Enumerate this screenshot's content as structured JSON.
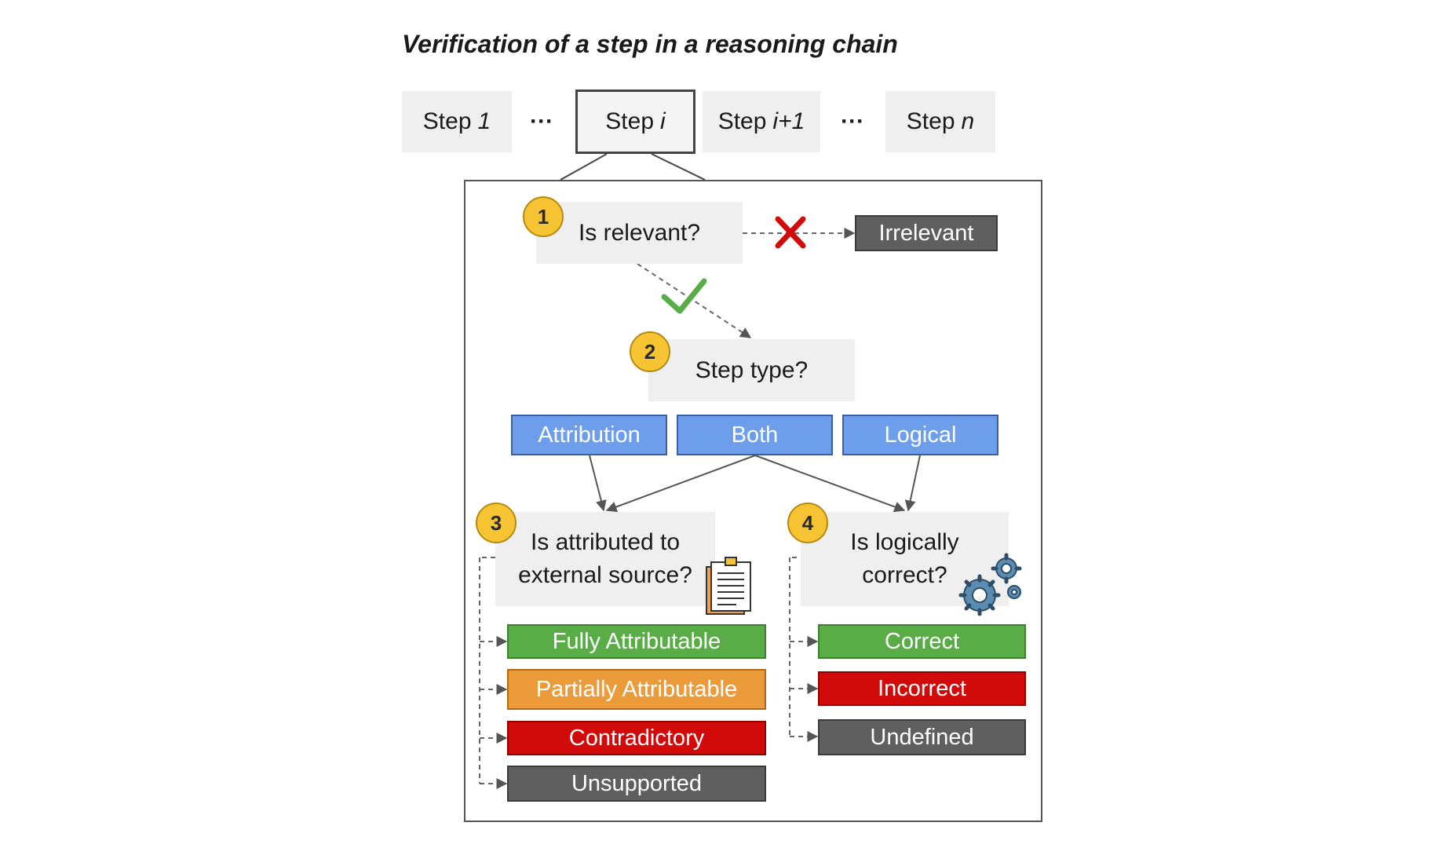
{
  "title": "Verification of a step in a reasoning chain",
  "steps": [
    {
      "word": "Step",
      "index": "1"
    },
    {
      "word": "Step",
      "index": "i"
    },
    {
      "word": "Step",
      "index": "i+1"
    },
    {
      "word": "Step",
      "index": "n"
    }
  ],
  "ellipsis": "···",
  "checks": [
    {
      "number": "1",
      "question": "Is relevant?"
    },
    {
      "number": "2",
      "question": "Step type?"
    },
    {
      "number": "3",
      "question_line1": "Is attributed to",
      "question_line2": "external source?"
    },
    {
      "number": "4",
      "question_line1": "Is logically",
      "question_line2": "correct?"
    }
  ],
  "irrelevant_label": "Irrelevant",
  "step_types": [
    "Attribution",
    "Both",
    "Logical"
  ],
  "attribution_outcomes": [
    "Fully Attributable",
    "Partially Attributable",
    "Contradictory",
    "Unsupported"
  ],
  "logical_outcomes": [
    "Correct",
    "Incorrect",
    "Undefined"
  ],
  "icons": {
    "reject": "red-x-icon",
    "accept": "green-check-icon",
    "document": "clipboard-document-icon",
    "gears": "gears-icon"
  },
  "colors": {
    "badge": "#f6c333",
    "step_type": "#6d9eeb",
    "positive": "#5aac47",
    "partial": "#ec9b3b",
    "negative": "#d30a0a",
    "neutral": "#5f5f5f"
  }
}
